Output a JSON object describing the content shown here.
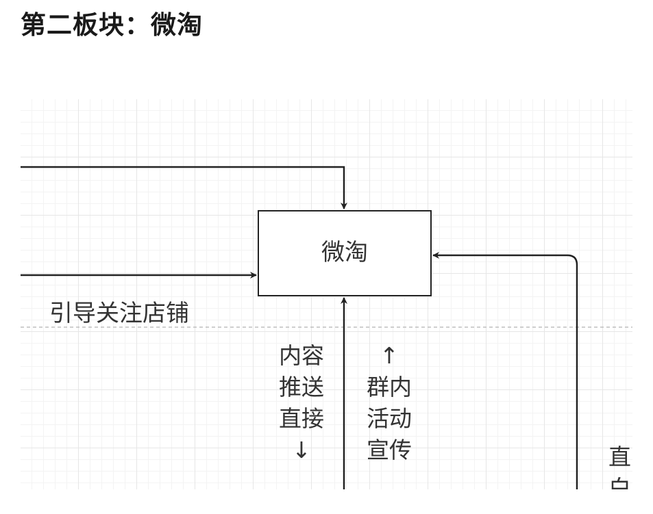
{
  "page": {
    "heading": "第二板块：微淘"
  },
  "diagram": {
    "center_node": "微淘",
    "labels": {
      "guide_follow": "引导关注店铺",
      "content_push": "内容\n推送\n直接\n↓",
      "group_activity": "↑\n群内\n活动\n宣传",
      "right_clipped": "直\n白"
    }
  },
  "colors": {
    "line": "#222222",
    "grid_major": "#e6e6e6",
    "grid_minor": "#f3f3f3",
    "text": "#333333"
  }
}
